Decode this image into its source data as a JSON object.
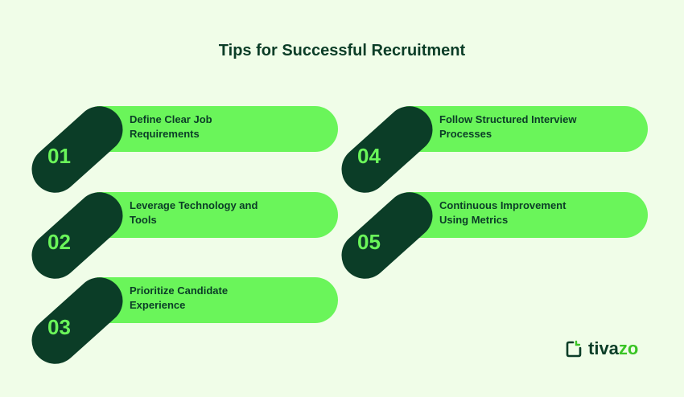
{
  "title": "Tips for Successful Recruitment",
  "tips": [
    {
      "number": "01",
      "line1": "Define Clear Job",
      "line2": "Requirements"
    },
    {
      "number": "02",
      "line1": "Leverage Technology and",
      "line2": "Tools"
    },
    {
      "number": "03",
      "line1": "Prioritize Candidate",
      "line2": "Experience"
    },
    {
      "number": "04",
      "line1": "Follow Structured Interview",
      "line2": "Processes"
    },
    {
      "number": "05",
      "line1": "Continuous Improvement",
      "line2": "Using Metrics"
    }
  ],
  "logo": {
    "part1": "tiva",
    "part2": "zo"
  },
  "colors": {
    "background": "#f0fde8",
    "dark": "#0b3d27",
    "accent": "#6af55a"
  }
}
